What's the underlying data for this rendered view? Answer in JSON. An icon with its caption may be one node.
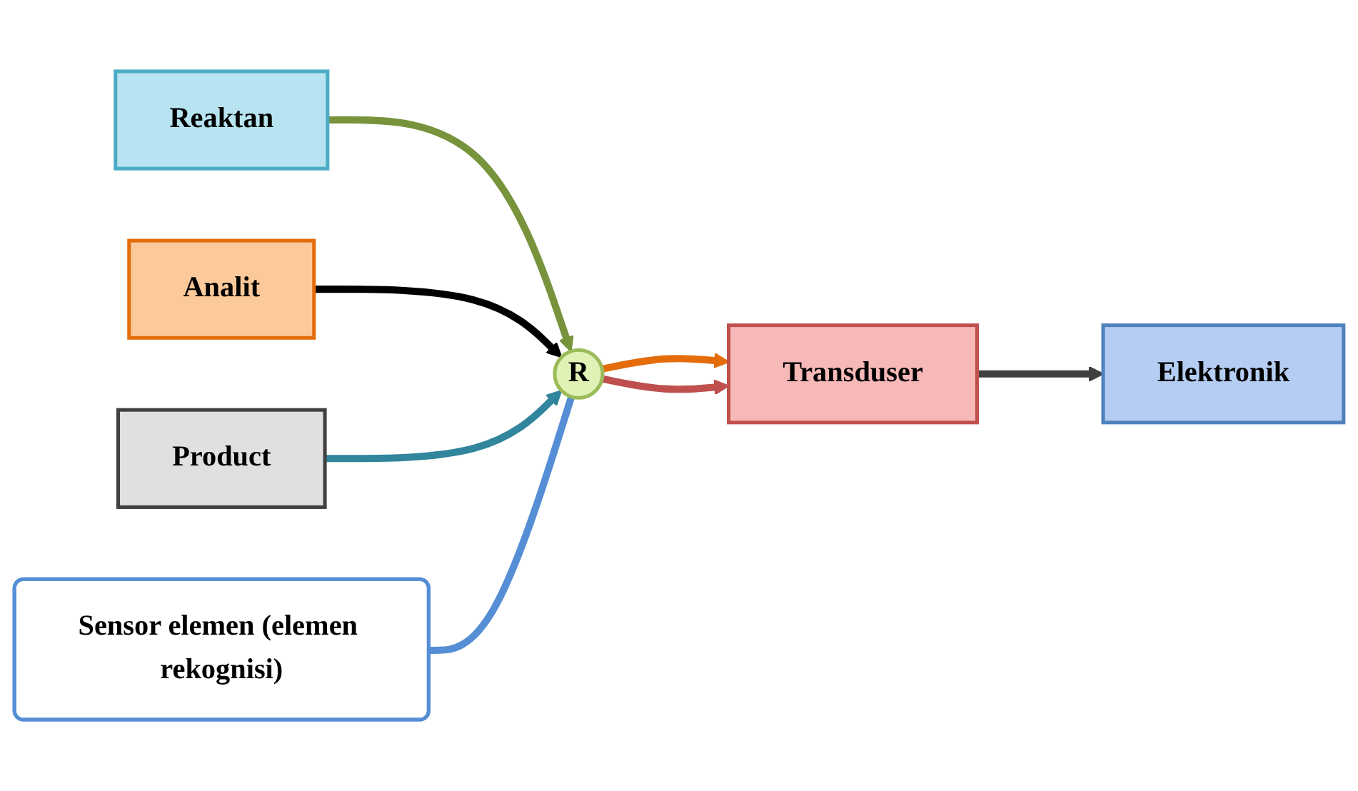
{
  "diagram": {
    "nodes": [
      {
        "text": [
          "Reaktan"
        ]
      },
      {
        "text": [
          "Analit"
        ]
      },
      {
        "text": [
          "R"
        ]
      },
      {
        "text": [
          "Transduser"
        ]
      },
      {
        "text": [
          "Elektronik"
        ]
      },
      {
        "text": [
          "Sensor elemen (elemen rekognisi)"
        ]
      },
      {
        "text": [
          "Product"
        ]
      }
    ],
    "edges": [
      {
        "from": 0,
        "to": 2,
        "arrow": "to",
        "color": "#77933c"
      },
      {
        "from": 1,
        "to": 2,
        "arrow": "to",
        "color": "#000000"
      },
      {
        "from": 6,
        "to": 2,
        "arrow": "to",
        "color": "#31859c"
      },
      {
        "from": 2,
        "to": 3,
        "arrow": "to",
        "color": "#e46c0a"
      },
      {
        "from": 2,
        "to": 3,
        "arrow": "to",
        "color": "#c0504d"
      },
      {
        "from": 3,
        "to": 4,
        "arrow": "to",
        "color": "#404040"
      },
      {
        "from": 5,
        "to": 2,
        "arrow": "none",
        "color": "#558ed5"
      }
    ]
  }
}
